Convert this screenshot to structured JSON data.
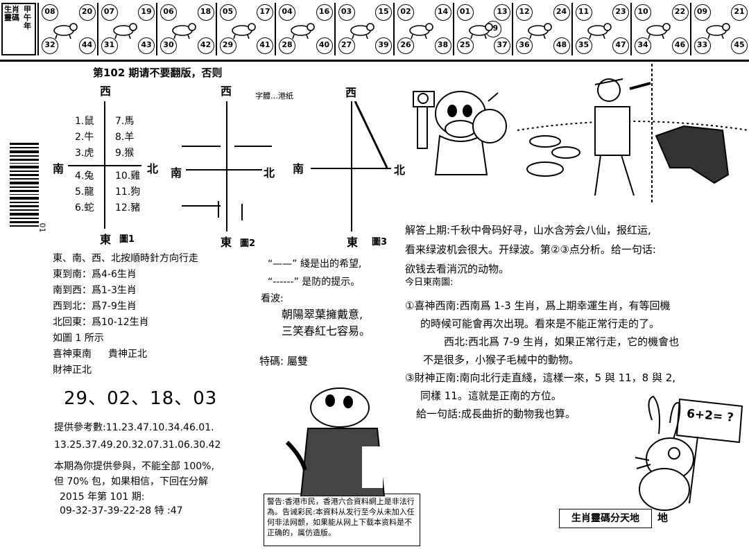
{
  "brand": {
    "lines": [
      "生肖靈碼",
      "甲午年"
    ]
  },
  "zodiac_cells": [
    {
      "n1": "08",
      "n2": "20",
      "n3": "32",
      "n4": "44",
      "icon": "rat-icon"
    },
    {
      "n1": "07",
      "n2": "19",
      "n3": "31",
      "n4": "43",
      "icon": "ox-icon"
    },
    {
      "n1": "06",
      "n2": "18",
      "n3": "30",
      "n4": "42",
      "icon": "tiger-icon"
    },
    {
      "n1": "05",
      "n2": "17",
      "n3": "29",
      "n4": "41",
      "icon": "rabbit-icon"
    },
    {
      "n1": "04",
      "n2": "16",
      "n3": "28",
      "n4": "40",
      "icon": "dragon-icon"
    },
    {
      "n1": "03",
      "n2": "15",
      "n3": "27",
      "n4": "39",
      "icon": "snake-icon"
    },
    {
      "n1": "02",
      "n2": "14",
      "n3": "26",
      "n4": "38",
      "icon": "horse-icon"
    },
    {
      "n1": "01",
      "n2": "13",
      "n3": "25",
      "n4": "37",
      "n5": "49",
      "icon": "goat-icon"
    },
    {
      "n1": "12",
      "n2": "24",
      "n3": "36",
      "n4": "48",
      "icon": "monkey-icon"
    },
    {
      "n1": "11",
      "n2": "23",
      "n3": "35",
      "n4": "47",
      "icon": "rooster-icon"
    },
    {
      "n1": "10",
      "n2": "22",
      "n3": "34",
      "n4": "46",
      "icon": "dog-icon"
    },
    {
      "n1": "09",
      "n2": "21",
      "n3": "33",
      "n4": "45",
      "icon": "pig-icon"
    }
  ],
  "notice_top": "第102 期请不要翻版，否则",
  "small_fragment": "字體…港紙",
  "diagram1": {
    "west": "西",
    "south": "南",
    "north": "北",
    "east": "東",
    "caption": "圖1",
    "left_col": [
      "1.鼠",
      "2.牛",
      "3.虎",
      "4.兔",
      "5.龍",
      "6.蛇"
    ],
    "right_col": [
      "7.馬",
      "8.羊",
      "9.猴",
      "10.雞",
      "11.狗",
      "12.豬"
    ]
  },
  "diagram2": {
    "west": "西",
    "south": "南",
    "north": "北",
    "east": "東",
    "caption": "圖2"
  },
  "diagram3": {
    "west": "西",
    "south": "南",
    "north": "北",
    "east": "東",
    "caption": "圖3"
  },
  "rules": [
    "東、南、西、北按順時針方向行走",
    "東到南：爲4-6生肖",
    "南到西：爲1-3生肖",
    "西到北：爲7-9生肖",
    "北回東：爲10-12生肖",
    "如圖 1 所示",
    "喜神東南",
    "貴神正北",
    "財神正北"
  ],
  "legend": {
    "solid": "“——” 綫是出的希望,",
    "dashed": "“------” 是防的提示。"
  },
  "poem": {
    "label": "看波:",
    "line1": "朝陽翠葉擁戴意,",
    "line2": "三笑春紅七容易。"
  },
  "special": "特碼:  屬雙",
  "numbers_big": "29、02、18、03",
  "ref_label": "提供參考數:11.23.47.10.34.46.01.",
  "ref_line2": "13.25.37.49.20.32.07.31.06.30.42",
  "promise": [
    "本期為你提供參與，不能全部 100%,",
    "但 70% 包，如果相信，下回在分解"
  ],
  "last_issue": {
    "title": "2015 年第 101 期:",
    "result": "09-32-37-39-22-28 特 :47"
  },
  "warning": "警告:香港市民，香港六合資料網上是非法行為。告诫彩民:本資料从发行至今从未加入任何非法网颤，如果能从网上下载本资料是不正确的，属仿造版。",
  "answer": [
    "解答上期:千秋中骨码好寻，山水含芳会八仙，报红运,",
    "看来绿波机会很大。开绿波。第②③点分析。给一句话:",
    "欲钱去看消沉的动物。",
    "今日東南圖:"
  ],
  "analysis": [
    "①喜神西南:西南爲 1-3 生肖，爲上期幸運生肖，有等回機",
    "的時候可能會再次出現。看來是不能正常行走的了。",
    "西北:西北爲 7-9 生肖，如果正常行走，它的機會也",
    "不是很多，小猴子毛械中的動物。",
    "③財神正南:南向北行走直綫，這樣一來，5 與 11，8 與 2,",
    "同樣 11。這就是正南的方位。",
    "給一句話:成長曲折的動物我也算。"
  ],
  "sign_text": "6+2= ?",
  "footer_box": "生肖靈碼分天地",
  "footer_tail": "地",
  "barcode_number": "01"
}
